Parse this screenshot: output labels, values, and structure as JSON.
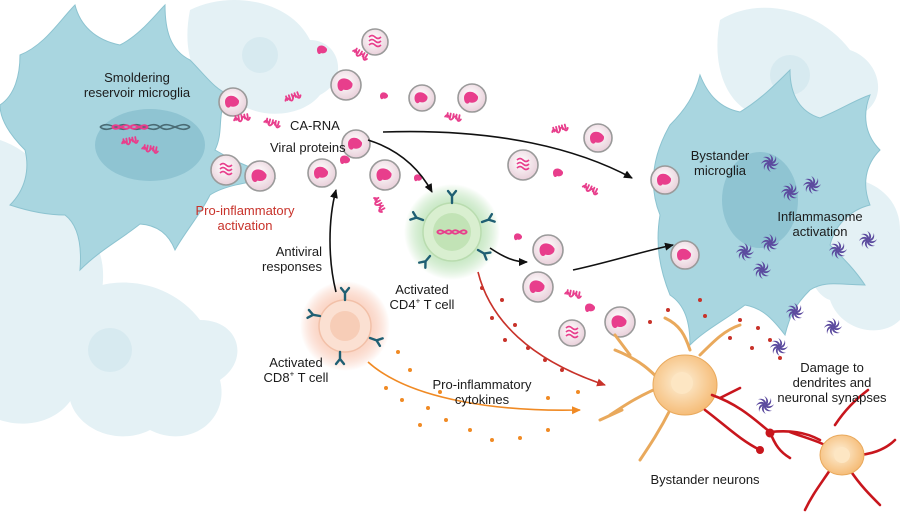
{
  "labels": {
    "smoldering": [
      "Smoldering",
      "reservoir microglia"
    ],
    "ca_rna": "CA-RNA",
    "viral_proteins": "Viral proteins",
    "pro_inflammatory_activation": [
      "Pro-inflammatory",
      "activation"
    ],
    "antiviral_responses": [
      "Antiviral",
      "responses"
    ],
    "cd4_t_cell": [
      "Activated",
      "CD4",
      "+",
      " T cell"
    ],
    "cd8_t_cell": [
      "Activated",
      "CD8",
      "+",
      " T cell"
    ],
    "cytokines": [
      "Pro-inflammatory",
      "cytokines"
    ],
    "bystander_microglia": [
      "Bystander",
      "microglia"
    ],
    "inflammasome": [
      "Inflammasome",
      "activation"
    ],
    "damage": [
      "Damage to",
      "dendrites and",
      "neuronal synapses"
    ],
    "bystander_neurons": "Bystander neurons"
  },
  "colors": {
    "microglia_fill": "#a9d6e0",
    "microglia_nucleus": "#8fc4d2",
    "pale_cell": "#e4f1f5",
    "viral_particle": "#e83e8c",
    "t_cell_cd4_glow": "#8fcf8a",
    "t_cell_cd8_glow": "#f5a98c",
    "receptor": "#1f5f73",
    "inflammasome": "#5b4a9e",
    "neuron_fill": "#f7c98c",
    "neuron_damage": "#c8161d",
    "cytokine_red": "#c8322a",
    "cytokine_orange": "#f08a24",
    "accent_red_text": "#c8322a"
  }
}
